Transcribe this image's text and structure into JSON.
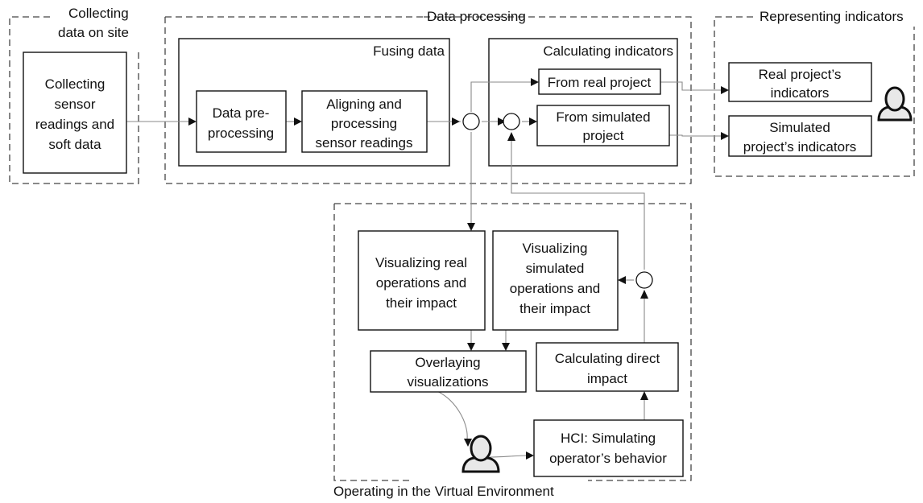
{
  "regions": {
    "collecting": "Collecting data on site",
    "collecting_lines": [
      "Collecting",
      "data on site"
    ],
    "processing": "Data processing",
    "fusing": "Fusing data",
    "calculating": "Calculating indicators",
    "representing": "Representing indicators",
    "virtual_env": "Operating in the Virtual Environment"
  },
  "boxes": {
    "collect_sensor": [
      "Collecting",
      "sensor",
      "readings and",
      "soft data"
    ],
    "preprocessing": [
      "Data pre-",
      "processing"
    ],
    "aligning": [
      "Aligning and",
      "processing",
      "sensor readings"
    ],
    "from_real": [
      "From real project"
    ],
    "from_simulated": [
      "From simulated",
      "project"
    ],
    "real_indicators": [
      "Real project’s",
      "indicators"
    ],
    "simulated_indicators": [
      "Simulated",
      "project’s indicators"
    ],
    "vis_real": [
      "Visualizing real",
      "operations and",
      "their impact"
    ],
    "vis_simulated": [
      "Visualizing",
      "simulated",
      "operations and",
      "their impact"
    ],
    "overlaying": [
      "Overlaying",
      "visualizations"
    ],
    "calc_direct": [
      "Calculating direct",
      "impact"
    ],
    "hci": [
      "HCI: Simulating",
      "operator’s behavior"
    ]
  },
  "icons": {
    "top_person": "person-icon",
    "bottom_person": "person-icon",
    "junction": "junction-circle"
  },
  "colors": {
    "box_stroke": "#111111",
    "dashed_stroke": "#444444",
    "connector": "#8a8a8a",
    "person_fill": "#e8e8e8"
  }
}
